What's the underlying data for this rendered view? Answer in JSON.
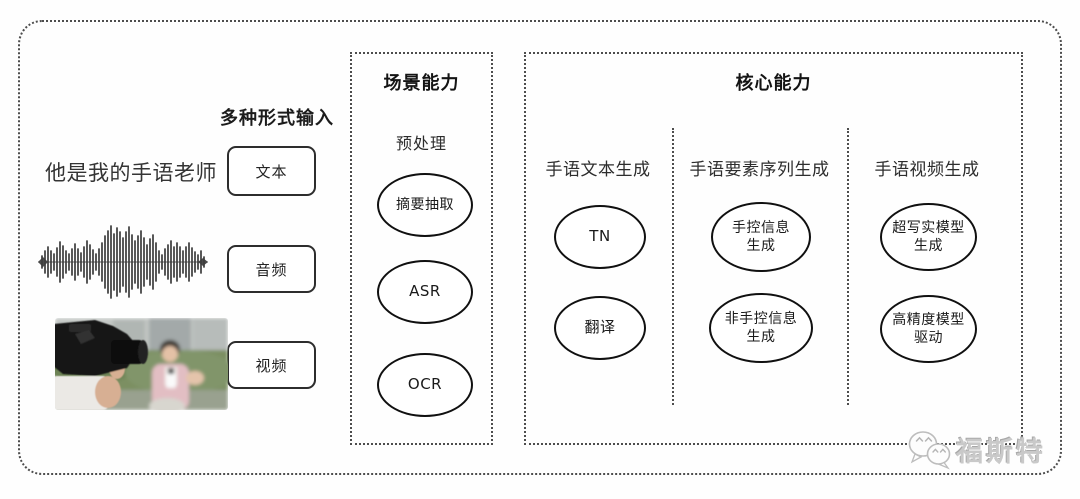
{
  "input_section": {
    "title": "多种形式输入",
    "sample_sentence": "他是我的手语老师",
    "modes": [
      {
        "label": "文本"
      },
      {
        "label": "音频"
      },
      {
        "label": "视频"
      }
    ]
  },
  "scene_panel": {
    "title": "场景能力",
    "subtitle": "预处理",
    "nodes": [
      {
        "label": "摘要抽取"
      },
      {
        "label": "ASR"
      },
      {
        "label": "OCR"
      }
    ]
  },
  "core_panel": {
    "title": "核心能力",
    "columns": [
      {
        "header": "手语文本生成",
        "nodes": [
          {
            "label": "TN"
          },
          {
            "label": "翻译"
          }
        ]
      },
      {
        "header": "手语要素序列生成",
        "nodes": [
          {
            "label": "手控信息\n生成"
          },
          {
            "label": "非手控信息\n生成"
          }
        ]
      },
      {
        "header": "手语视频生成",
        "nodes": [
          {
            "label": "超写实模型\n生成"
          },
          {
            "label": "高精度模型\n驱动"
          }
        ]
      }
    ]
  },
  "watermark": {
    "text": "福斯特",
    "icon": "wechat-icon"
  },
  "colors": {
    "background": "#fefefe",
    "stroke": "#101010",
    "dotted_border": "#4d4d4d",
    "watermark": "#c9c9c9"
  }
}
